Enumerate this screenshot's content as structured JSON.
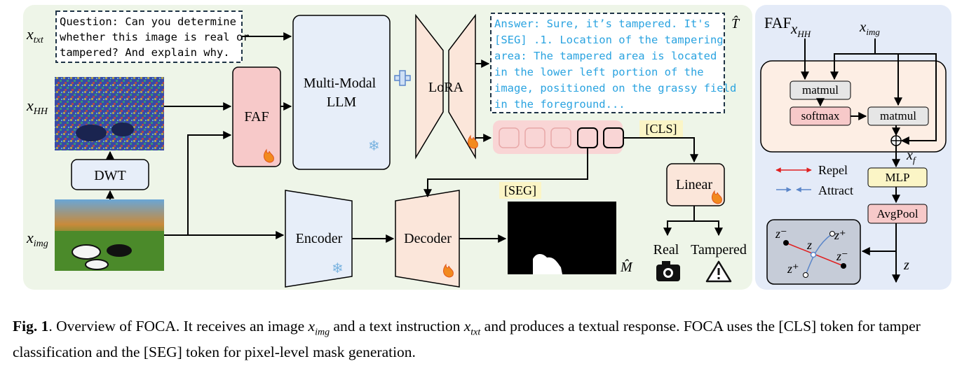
{
  "main": {
    "question": {
      "lines": [
        "Question: Can you determine",
        "whether this image is real or",
        "tampered? And explain why."
      ]
    },
    "answer": {
      "lines": [
        "Answer: Sure, it’s tampered. It's",
        "[SEG] .1. Location of the tampering",
        "area: The tampered area is located",
        "in the lower left portion of the",
        "image, positioned on the grassy field",
        "in the foreground..."
      ]
    },
    "labels": {
      "x_txt": "x_txt",
      "x_hh": "x_HH",
      "x_img": "x_img",
      "t_hat": "T̂",
      "m_hat": "M̂",
      "dwt": "DWT",
      "faf": "FAF",
      "llm_line1": "Multi-Modal",
      "llm_line2": "LLM",
      "lora": "LoRA",
      "cls": "[CLS]",
      "seg": "[SEG]",
      "linear": "Linear",
      "encoder": "Encoder",
      "decoder": "Decoder",
      "real": "Real",
      "tampered": "Tampered",
      "plus": "+"
    }
  },
  "faf_panel": {
    "title": "FAF",
    "x_hh": "x_HH",
    "x_img": "x_img",
    "matmul_1": "matmul",
    "softmax": "softmax",
    "matmul_2": "matmul",
    "x_f": "x_f",
    "mlp": "MLP",
    "avgpool": "AvgPool",
    "z": "z",
    "legend": {
      "repel": "Repel",
      "attract": "Attract"
    },
    "embedding": {
      "z_minus": "z⁻",
      "z_plus": "z⁺",
      "z": "z"
    }
  },
  "caption": {
    "label": "Fig. 1",
    "text_1": ". Overview of FOCA. It receives an image ",
    "var_img": "x_img",
    "text_2": " and a text instruction ",
    "var_txt": "x_txt",
    "text_3": " and produces a textual response. FOCA uses the [CLS] token for tamper classification and the [SEG] token for pixel-level mask generation."
  },
  "colors": {
    "main_bg": "#eef5e8",
    "panel_bg": "#e4ebf8",
    "faf_block": "#f7c9c9",
    "llm_block": "#e7eef9",
    "lora_block": "#fbe6da",
    "answer_text": "#2aa3e0",
    "cls_bg": "#fbf5c6",
    "token_row": "#f9d5d5",
    "repel": "#e02020",
    "attract": "#5b86c9"
  }
}
